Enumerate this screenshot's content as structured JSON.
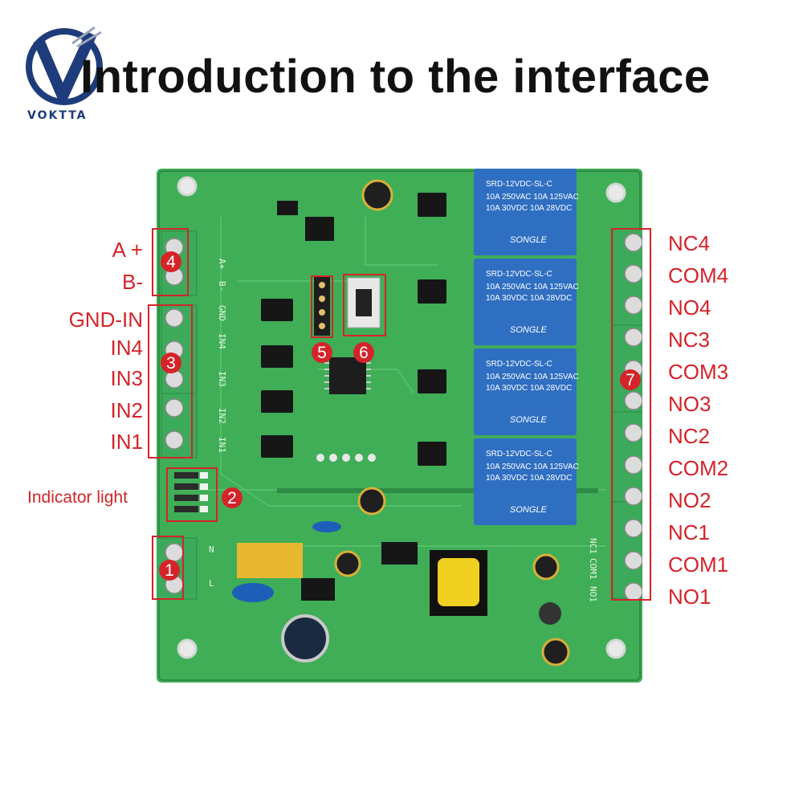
{
  "header": {
    "title": "Introduction to the interface",
    "brand": "VOKTTA"
  },
  "board": {
    "relay_labels": [
      "SRD-12VDC-SL-C",
      "10A 250VAC 10A 125VAC",
      "10A 30VDC 10A 28VDC",
      "SONGLE"
    ],
    "silk": {
      "a": "A+",
      "b": "B-",
      "gnd": "GND",
      "in4": "IN4",
      "in3": "IN3",
      "in2": "IN2",
      "in1": "IN1",
      "no1": "NO1",
      "com1": "COM1",
      "nc1": "NC1",
      "l": "L",
      "n": "N"
    }
  },
  "callouts": [
    {
      "num": "1"
    },
    {
      "num": "2"
    },
    {
      "num": "3"
    },
    {
      "num": "4"
    },
    {
      "num": "5"
    },
    {
      "num": "6"
    },
    {
      "num": "7"
    }
  ],
  "left_labels": {
    "a_plus": "A +",
    "b_minus": "B-",
    "gnd_in": "GND-IN",
    "in4": "IN4",
    "in3": "IN3",
    "in2": "IN2",
    "in1": "IN1",
    "indicator": "Indicator light"
  },
  "right_labels": [
    "NC4",
    "COM4",
    "NO4",
    "NC3",
    "COM3",
    "NO3",
    "NC2",
    "COM2",
    "NO2",
    "NC1",
    "COM1",
    "NO1"
  ],
  "colors": {
    "pcb": "#3fae57",
    "pcb_dark": "#2e8b45",
    "terminal": "#3caa5a",
    "relay": "#2f6fc2",
    "callout": "#d4242a"
  }
}
